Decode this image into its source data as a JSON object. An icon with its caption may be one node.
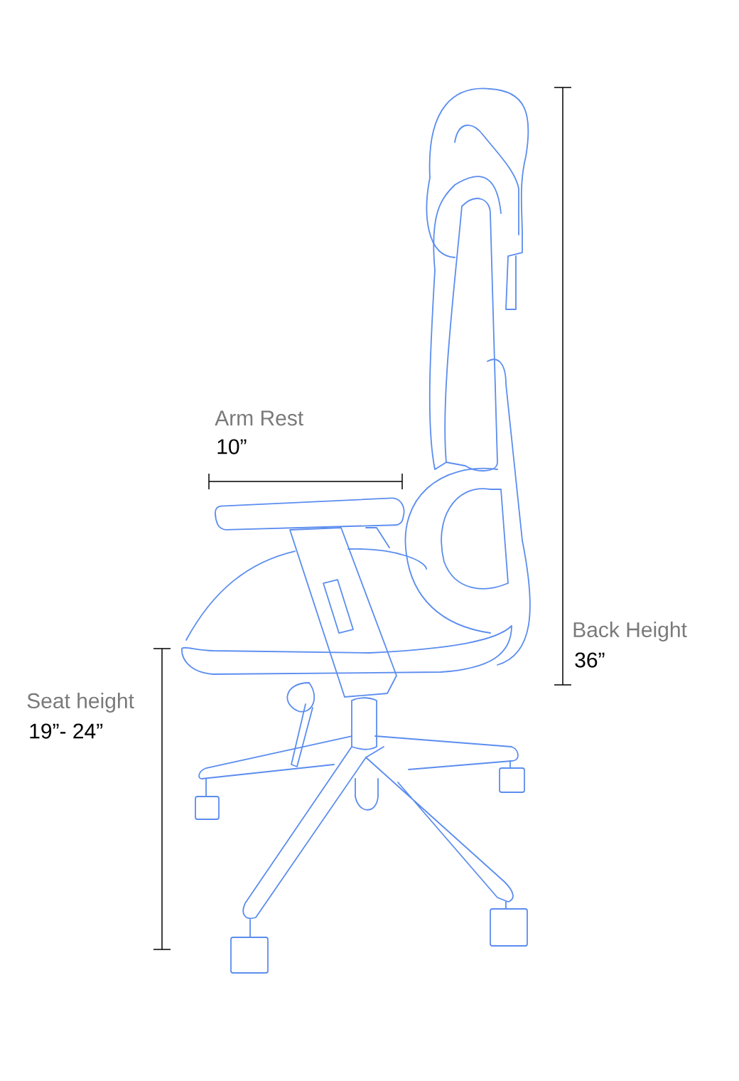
{
  "diagram": {
    "labels": [
      "Arm Rest",
      "10”",
      "Back Height",
      "36”",
      "Seat height",
      "19”- 24”"
    ]
  }
}
